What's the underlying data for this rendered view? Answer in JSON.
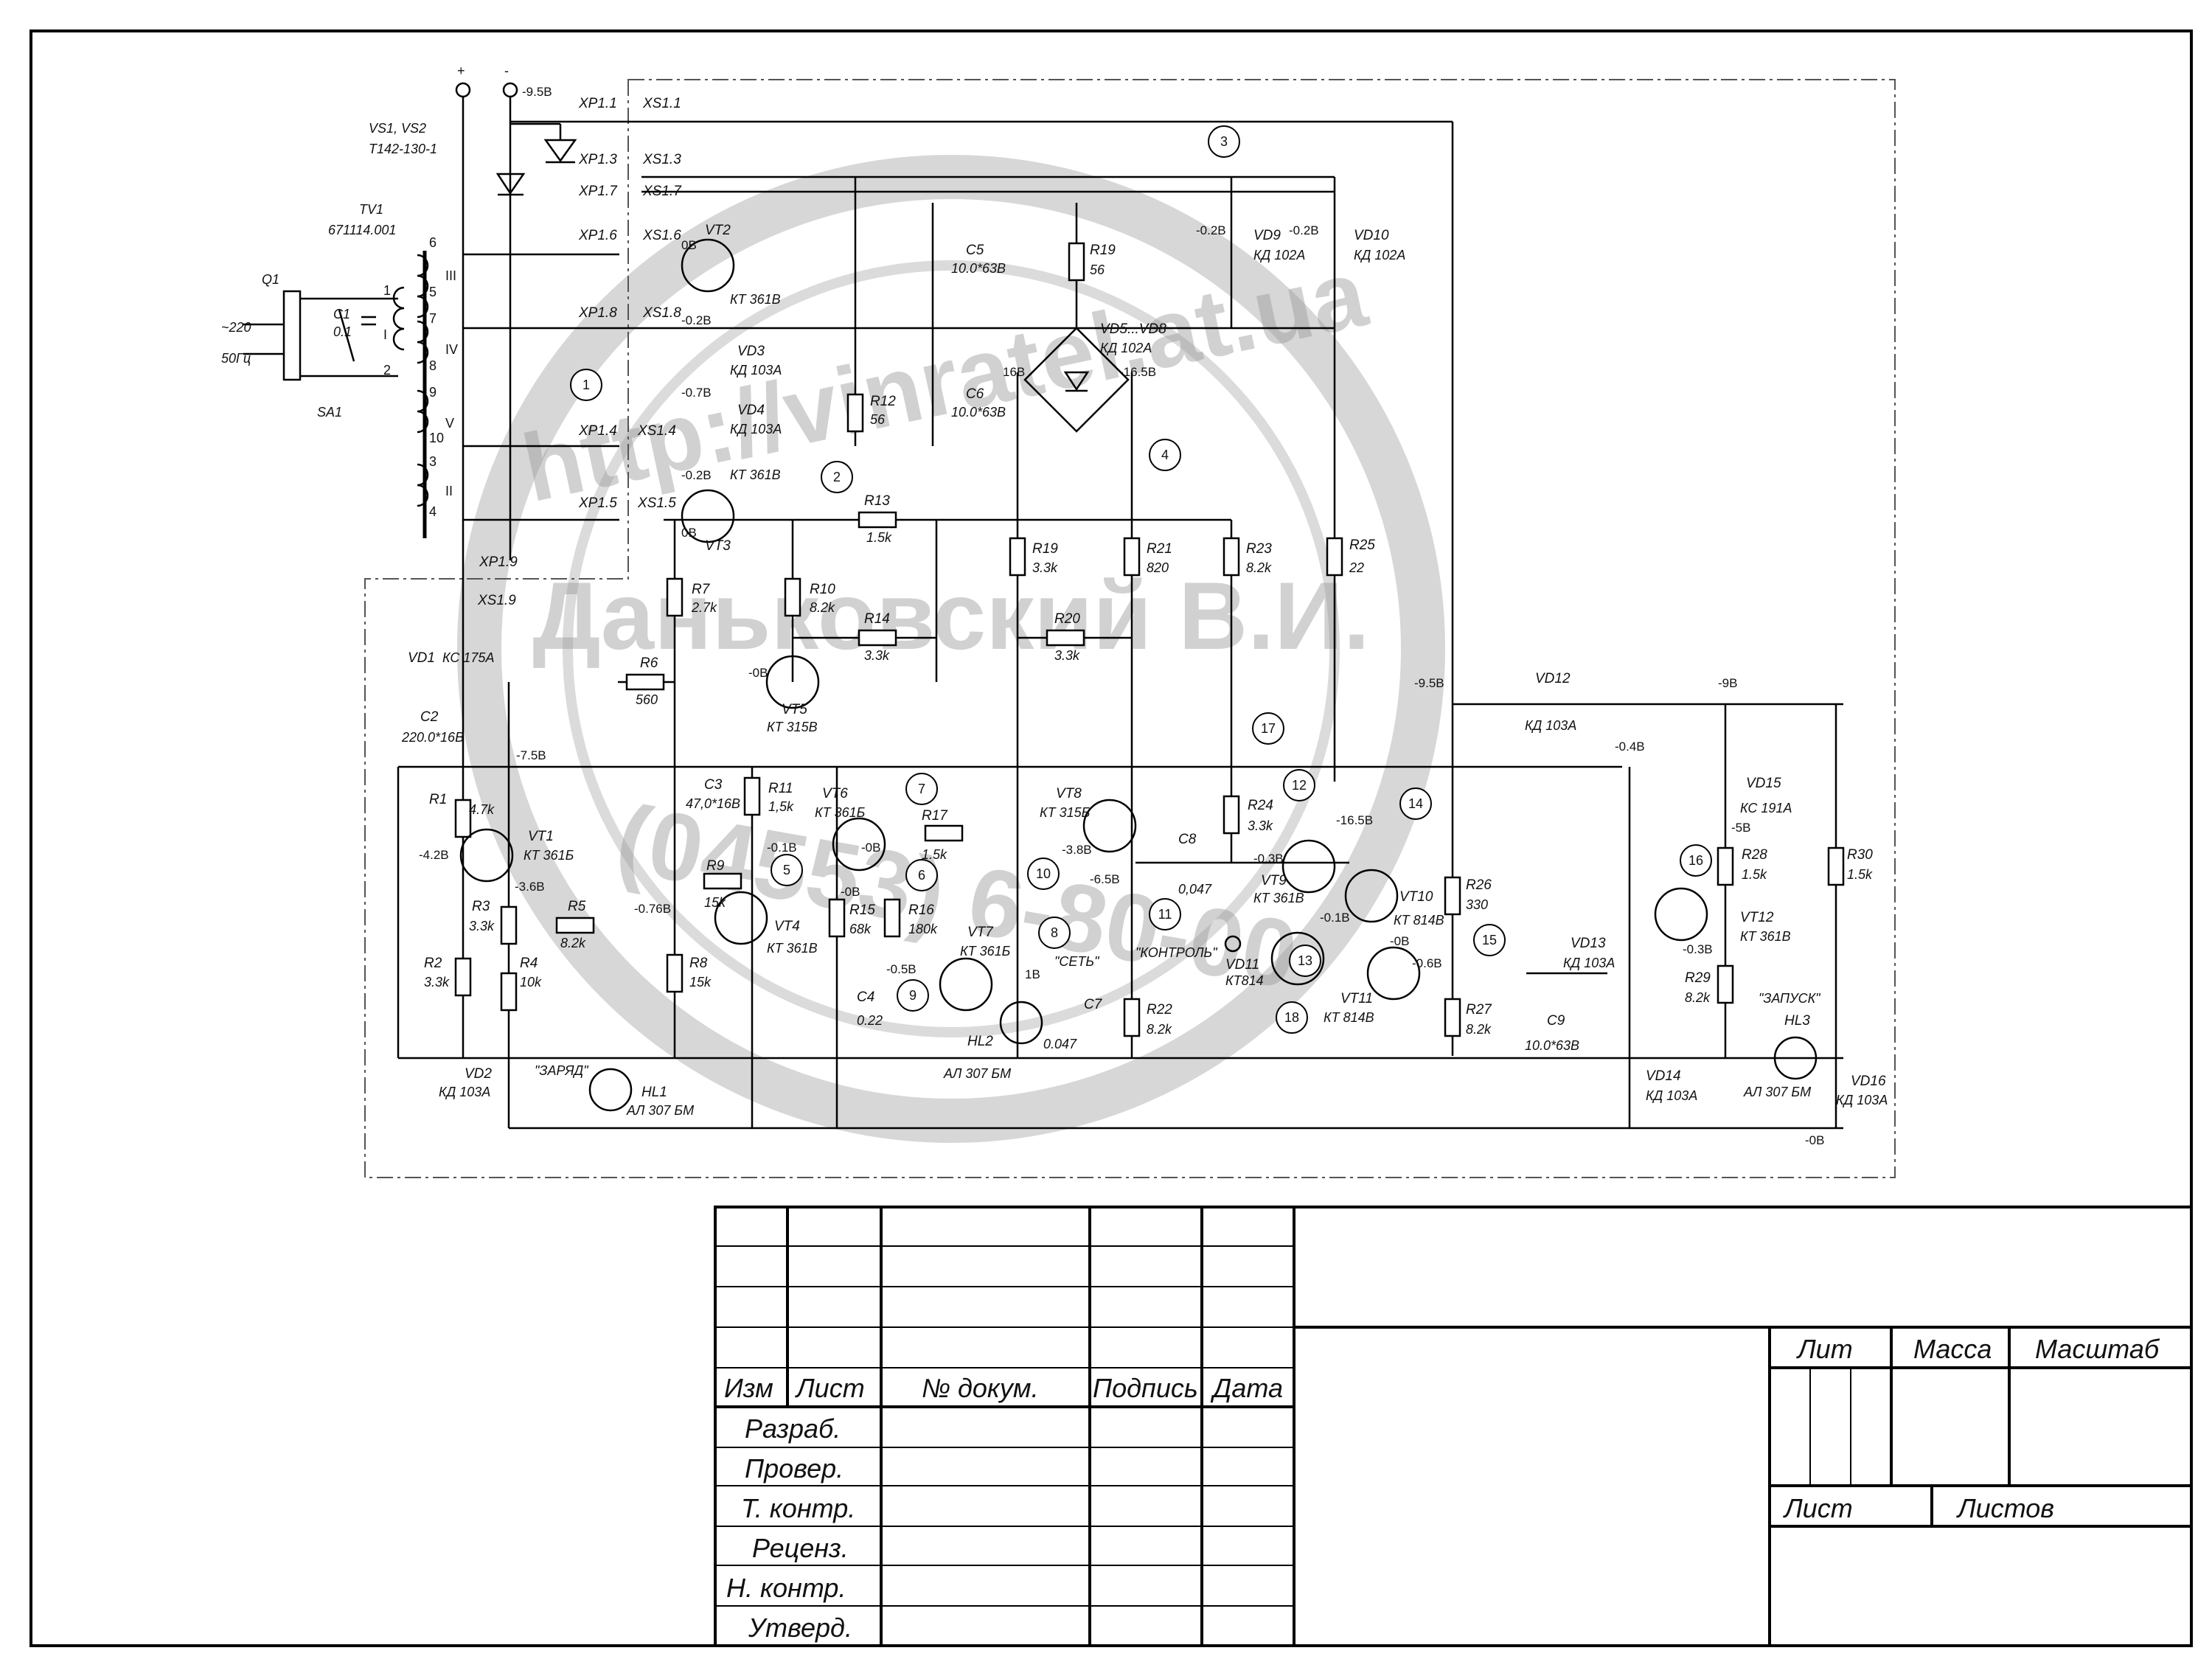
{
  "supply": {
    "plus": "+",
    "minus": "-",
    "minus_voltage": "-9.5В"
  },
  "vs": {
    "name": "VS1, VS2",
    "type": "Т142-130-1"
  },
  "tv": {
    "name": "TV1",
    "type": "671114.001"
  },
  "input": {
    "q": "Q1",
    "voltage": "~220",
    "freq": "50Гц",
    "switch": "SA1",
    "cap": "C1",
    "cap_val": "0.1"
  },
  "winding_numbers": [
    "1",
    "2",
    "3",
    "4",
    "5",
    "6",
    "7",
    "8",
    "9",
    "10"
  ],
  "windings": [
    "I",
    "II",
    "III",
    "IV",
    "V"
  ],
  "xp": [
    "XP1.1",
    "XP1.3",
    "XP1.7",
    "XP1.6",
    "XP1.8",
    "XP1.4",
    "XP1.5",
    "XP1.9"
  ],
  "xs": [
    "XS1.1",
    "XS1.3",
    "XS1.7",
    "XS1.6",
    "XS1.8",
    "XS1.4",
    "XS1.5",
    "XS1.9"
  ],
  "components": [
    {
      "ref": "VT2",
      "type": "КТ 361В"
    },
    {
      "ref": "VT3",
      "type": "КТ 361В"
    },
    {
      "ref": "VD3",
      "type": "КД 103А"
    },
    {
      "ref": "VD4",
      "type": "КД 103А"
    },
    {
      "ref": "C5",
      "type": "10.0*63В"
    },
    {
      "ref": "C6",
      "type": "10.0*63В"
    },
    {
      "ref": "R12",
      "type": "56"
    },
    {
      "ref": "R19",
      "type": "56"
    },
    {
      "ref": "VD5...VD8",
      "type": "КД 102А"
    },
    {
      "ref": "VD9",
      "type": "КД 102А"
    },
    {
      "ref": "VD10",
      "type": "КД 102А"
    },
    {
      "ref": "R13",
      "type": "1.5k"
    },
    {
      "ref": "R7",
      "type": "2.7k"
    },
    {
      "ref": "R10",
      "type": "8.2k"
    },
    {
      "ref": "R14",
      "type": "3.3k"
    },
    {
      "ref": "R19",
      "type": "3.3k"
    },
    {
      "ref": "R20",
      "type": "3.3k"
    },
    {
      "ref": "R21",
      "type": "820"
    },
    {
      "ref": "R23",
      "type": "8.2k"
    },
    {
      "ref": "R25",
      "type": "22"
    },
    {
      "ref": "R6",
      "type": "560"
    },
    {
      "ref": "VT5",
      "type": "КТ 315В"
    },
    {
      "ref": "VD1",
      "type": "КС 175А"
    },
    {
      "ref": "C2",
      "type": "220.0*16В"
    },
    {
      "ref": "R1",
      "type": "4.7k"
    },
    {
      "ref": "VT1",
      "type": "КТ 361Б"
    },
    {
      "ref": "R3",
      "type": "3.3k"
    },
    {
      "ref": "R5",
      "type": "8.2k"
    },
    {
      "ref": "R2",
      "type": "3.3k"
    },
    {
      "ref": "R4",
      "type": "10k"
    },
    {
      "ref": "VD2",
      "type": "КД 103А"
    },
    {
      "ref": "HL1",
      "type": "АЛ 307 БМ"
    },
    {
      "ref": "C3",
      "type": "47,0*16В"
    },
    {
      "ref": "R11",
      "type": "1,5k"
    },
    {
      "ref": "VT6",
      "type": "КТ 361Б"
    },
    {
      "ref": "R9",
      "type": "15k"
    },
    {
      "ref": "VT4",
      "type": "КТ 361В"
    },
    {
      "ref": "R8",
      "type": "15k"
    },
    {
      "ref": "R15",
      "type": "68k"
    },
    {
      "ref": "R16",
      "type": "180k"
    },
    {
      "ref": "R17",
      "type": "1.5k"
    },
    {
      "ref": "C4",
      "type": "0.22"
    },
    {
      "ref": "VT7",
      "type": "КТ 361Б"
    },
    {
      "ref": "HL2",
      "type": "АЛ 307 БМ"
    },
    {
      "ref": "C7",
      "type": "0.047"
    },
    {
      "ref": "VT8",
      "type": "КТ 315Б"
    },
    {
      "ref": "R22",
      "type": "8.2k"
    },
    {
      "ref": "C8",
      "type": "0,047"
    },
    {
      "ref": "R24",
      "type": "3.3k"
    },
    {
      "ref": "VT9",
      "type": "КТ 361В"
    },
    {
      "ref": "VT10",
      "type": "КТ 814В"
    },
    {
      "ref": "VD11",
      "type": "КТ814"
    },
    {
      "ref": "VT11",
      "type": "КТ 814В"
    },
    {
      "ref": "R26",
      "type": "330"
    },
    {
      "ref": "R27",
      "type": "8.2k"
    },
    {
      "ref": "C9",
      "type": "10.0*63В"
    },
    {
      "ref": "VD12",
      "type": "КД 103А"
    },
    {
      "ref": "VD13",
      "type": "КД 103А"
    },
    {
      "ref": "VD14",
      "type": "КД 103А"
    },
    {
      "ref": "VD15",
      "type": "КС 191А"
    },
    {
      "ref": "R28",
      "type": "1.5k"
    },
    {
      "ref": "VT12",
      "type": "КТ 361В"
    },
    {
      "ref": "R29",
      "type": "8.2k"
    },
    {
      "ref": "R30",
      "type": "1.5k"
    },
    {
      "ref": "HL3",
      "type": "АЛ 307 БМ"
    },
    {
      "ref": "VD16",
      "type": "КД 103А"
    }
  ],
  "indicator_labels": {
    "charge": "\"ЗАРЯД\"",
    "mains": "\"СЕТЬ\"",
    "control": "\"КОНТРОЛЬ\"",
    "start": "\"ЗАПУСК\""
  },
  "voltages": [
    "0В",
    "-0.2В",
    "-0.7В",
    "-0.2В",
    "0В",
    "-0.2В",
    "-0.2В",
    "16В",
    "-16.5В",
    "-0В",
    "-9.5В",
    "-9В",
    "-0.4В",
    "-7.5В",
    "-4.2В",
    "-3.6В",
    "-0.76В",
    "-0.1В",
    "-0В",
    "-0В",
    "-0.5В",
    "1В",
    "-3.8В",
    "-6.5В",
    "-0.3В",
    "-16.5В",
    "-0.1В",
    "-0В",
    "-0.6В",
    "-5В",
    "-0.3В",
    "-0В"
  ],
  "test_points": [
    "1",
    "2",
    "3",
    "4",
    "5",
    "6",
    "7",
    "8",
    "9",
    "10",
    "11",
    "12",
    "13",
    "14",
    "15",
    "16",
    "17",
    "18"
  ],
  "watermark": {
    "line1": "http://vinratel.at.ua",
    "line2": "Даньковский В.И.",
    "line3": "(04553) 6-80-00"
  },
  "title_block": {
    "columns": [
      "Изм",
      "Лист",
      "№ докум.",
      "Подпись",
      "Дата"
    ],
    "rows": [
      "Разраб.",
      "Провер.",
      "Т. контр.",
      "Реценз.",
      "Н. контр.",
      "Утверд."
    ],
    "lit": "Лит",
    "mass": "Масса",
    "scale": "Масштаб",
    "sheet": "Лист",
    "sheets": "Листов"
  }
}
